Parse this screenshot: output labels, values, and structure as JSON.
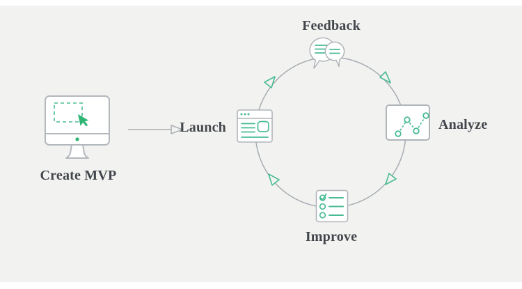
{
  "diagram": {
    "type": "cycle-flow",
    "flow_direction": "clockwise",
    "entry_stage": "Create MVP",
    "cycle_sequence": [
      "Launch",
      "Feedback",
      "Analyze",
      "Improve"
    ],
    "stages": {
      "create_mvp": {
        "label": "Create MVP",
        "icon": "desktop-monitor-cursor-icon"
      },
      "launch": {
        "label": "Launch",
        "icon": "browser-window-icon"
      },
      "feedback": {
        "label": "Feedback",
        "icon": "chat-bubbles-icon"
      },
      "analyze": {
        "label": "Analyze",
        "icon": "dotted-line-chart-icon"
      },
      "improve": {
        "label": "Improve",
        "icon": "checklist-icon"
      }
    },
    "connector": {
      "from": "Create MVP",
      "to": "Launch",
      "style": "open-arrow"
    }
  },
  "colors": {
    "background": "#f2f2f0",
    "frame": "#ffffff",
    "accent_green": "#4abb96",
    "cursor_green": "#2eb573",
    "stroke_gray": "#b0b5ba",
    "circle_gray": "#a6acb1",
    "text": "#42464c"
  }
}
